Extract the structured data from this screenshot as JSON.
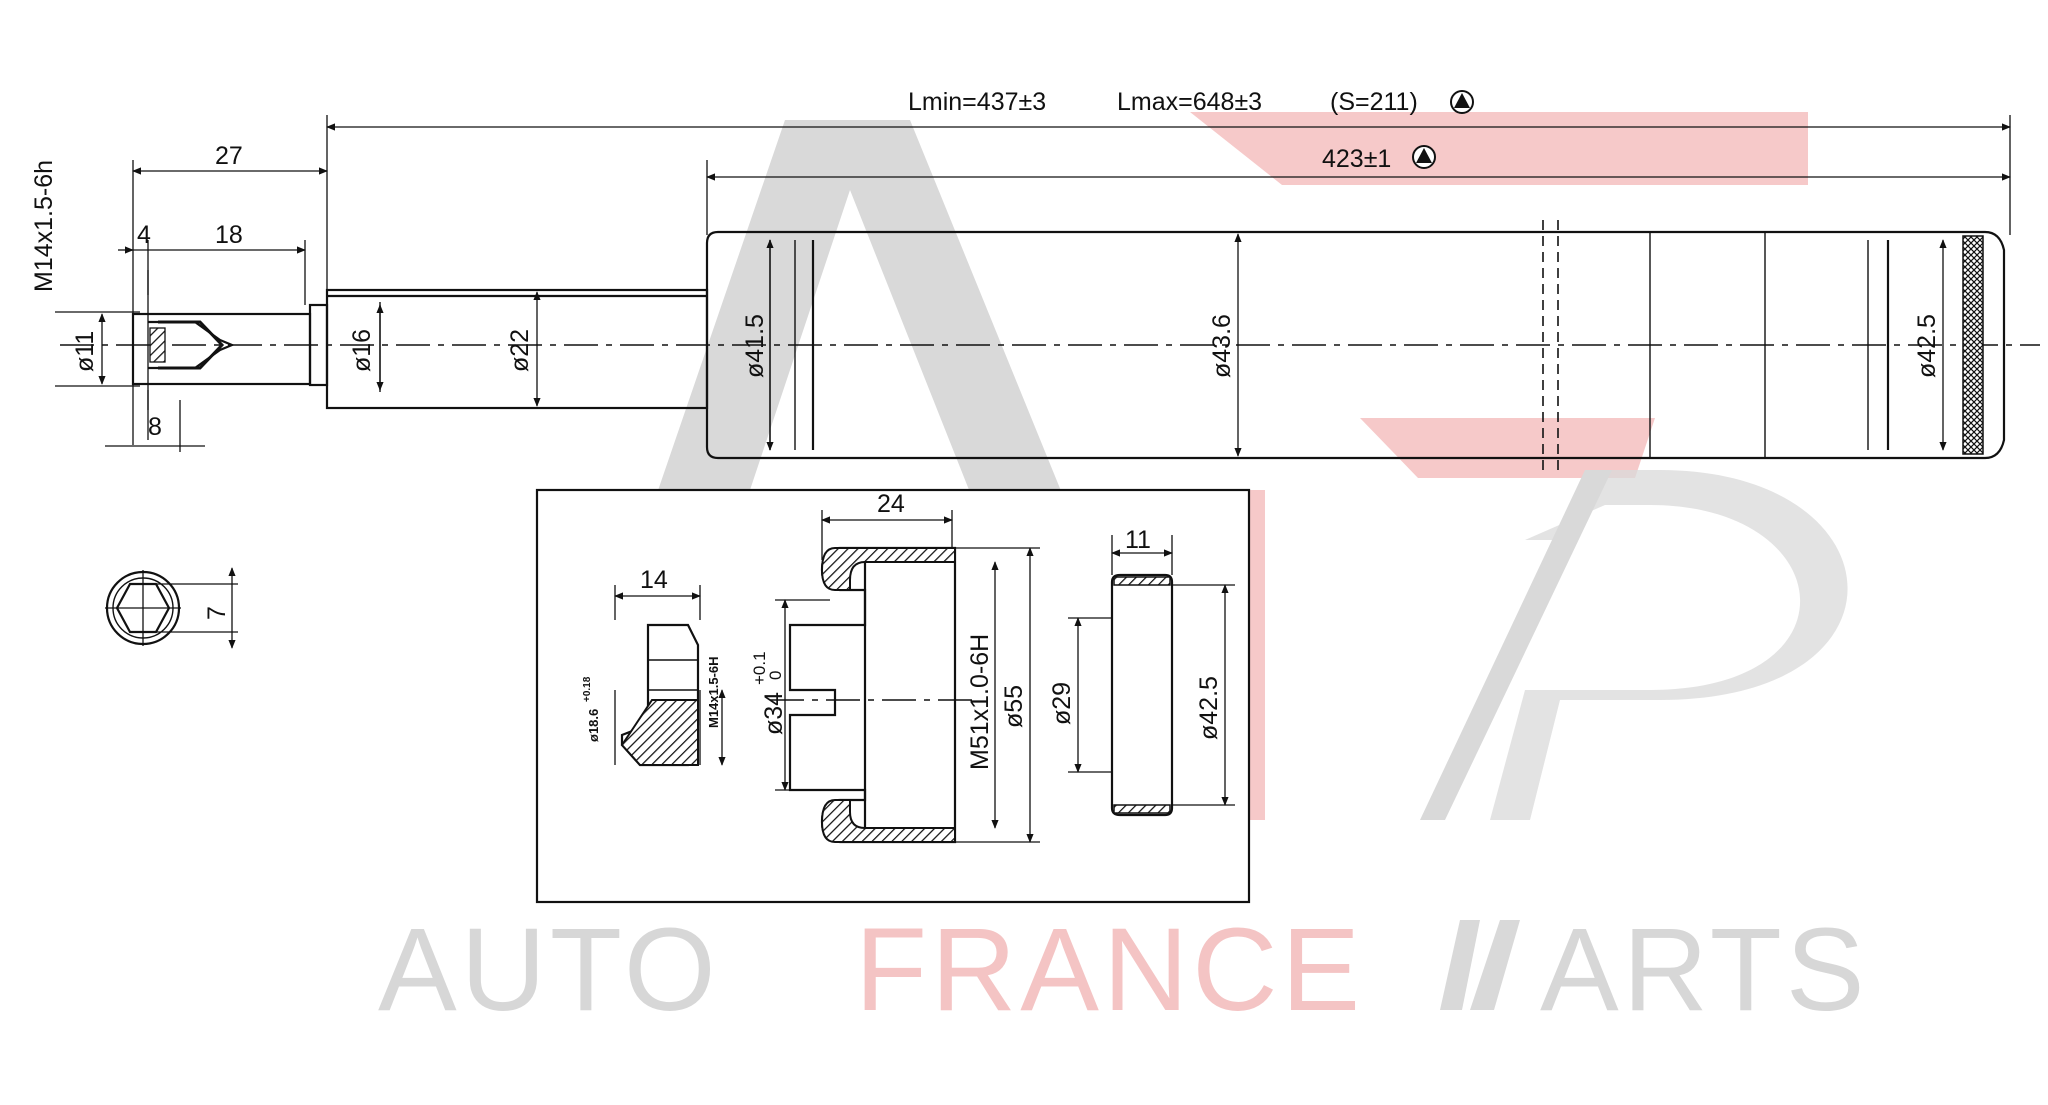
{
  "watermark": {
    "word1": "AUTO",
    "word2": "FRANCE",
    "word3": "ARTS",
    "colors": {
      "grey": "#d9d9d9",
      "red": "#f6c9c9"
    }
  },
  "dimensions": {
    "lmin": "Lmin=437±3",
    "lmax": "Lmax=648±3",
    "stroke": "(S=211)",
    "body_length": "423±1",
    "thread_len": "27",
    "thread_spec": "M14x1.5-6h",
    "d4": "4",
    "d18": "18",
    "d8": "8",
    "dia11": "ø11",
    "dia16": "ø16",
    "dia22": "ø22",
    "dia41_5": "ø41.5",
    "dia43_6": "ø43.6",
    "dia42_5_body": "ø42.5",
    "hex7": "7"
  },
  "detail": {
    "nut_width": "14",
    "nut_thread": "M14x1.5-6H",
    "nut_dia": "ø18.6",
    "nut_dia_tol": "+0.18",
    "cap_width": "24",
    "cap_inner": "ø34",
    "cap_inner_tol_plus": "+0.1",
    "cap_inner_tol_zero": "0",
    "cap_thread": "M51x1.0-6H",
    "cap_outer": "ø55",
    "ring_width": "11",
    "ring_inner": "ø29",
    "ring_outer": "ø42.5"
  }
}
